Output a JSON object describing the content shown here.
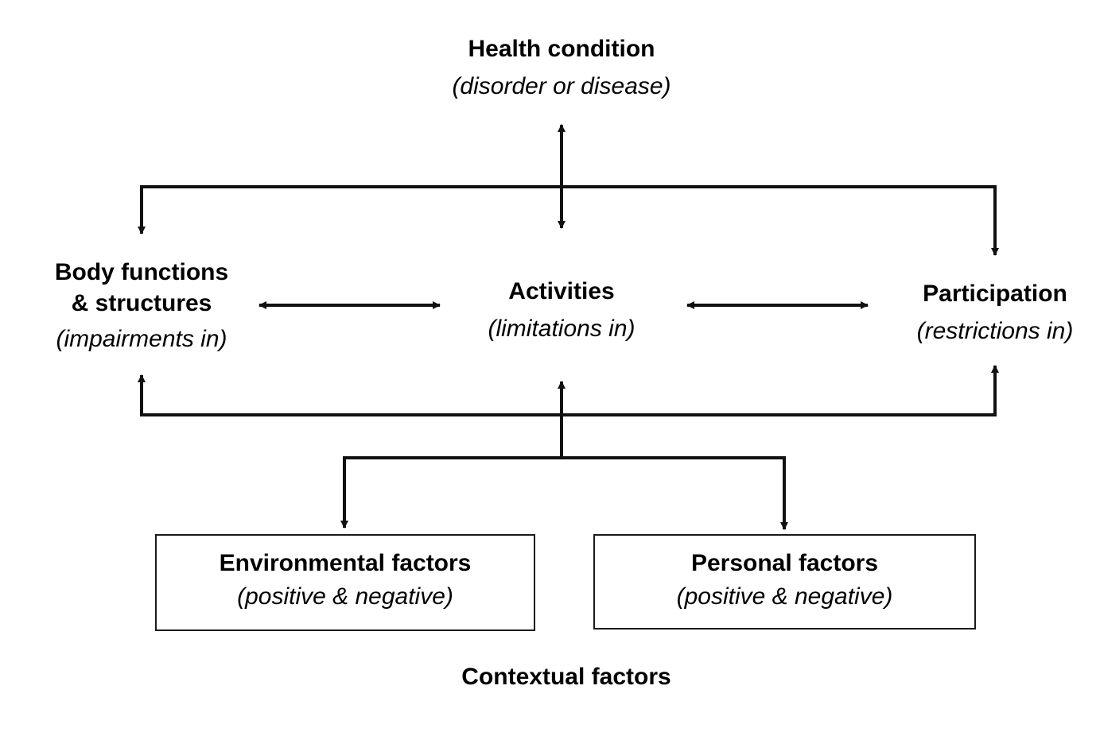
{
  "nodes": {
    "health_condition": {
      "title": "Health condition",
      "subtitle": "(disorder or disease)"
    },
    "body_functions": {
      "title_line1": "Body functions",
      "title_line2": "& structures",
      "subtitle": "(impairments in)"
    },
    "activities": {
      "title": "Activities",
      "subtitle": "(limitations in)"
    },
    "participation": {
      "title": "Participation",
      "subtitle": "(restrictions in)"
    },
    "environmental_factors": {
      "title": "Environmental factors",
      "subtitle": "(positive & negative)"
    },
    "personal_factors": {
      "title": "Personal factors",
      "subtitle": "(positive & negative)"
    }
  },
  "footer": {
    "label": "Contextual factors"
  },
  "colors": {
    "line": "#111111",
    "text": "#000000",
    "background": "#ffffff"
  }
}
